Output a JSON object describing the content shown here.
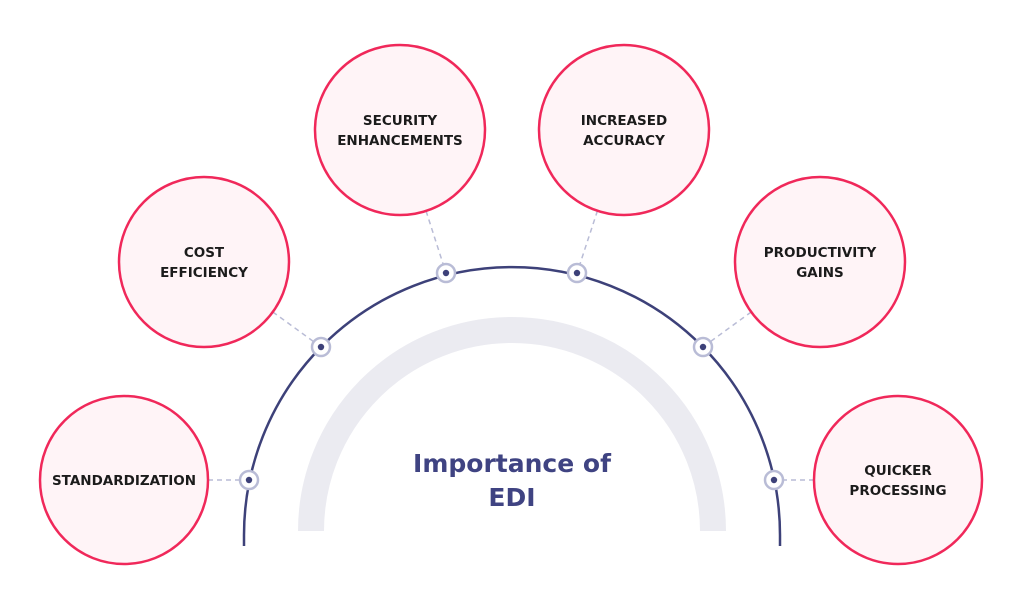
{
  "title": {
    "line1": "Importance of",
    "line2": "EDI"
  },
  "benefits": [
    {
      "lines": [
        "STANDARDIZATION"
      ]
    },
    {
      "lines": [
        "COST",
        "EFFICIENCY"
      ]
    },
    {
      "lines": [
        "SECURITY",
        "ENHANCEMENTS"
      ]
    },
    {
      "lines": [
        "INCREASED",
        "ACCURACY"
      ]
    },
    {
      "lines": [
        "PRODUCTIVITY",
        "GAINS"
      ]
    },
    {
      "lines": [
        "QUICKER",
        "PROCESSING"
      ]
    }
  ],
  "colors": {
    "accent": "#f0285a",
    "bubble_fill": "#fff4f7",
    "arc": "#3d4179",
    "inner_arc": "#ebebf1",
    "connector": "#b9bcd6"
  }
}
